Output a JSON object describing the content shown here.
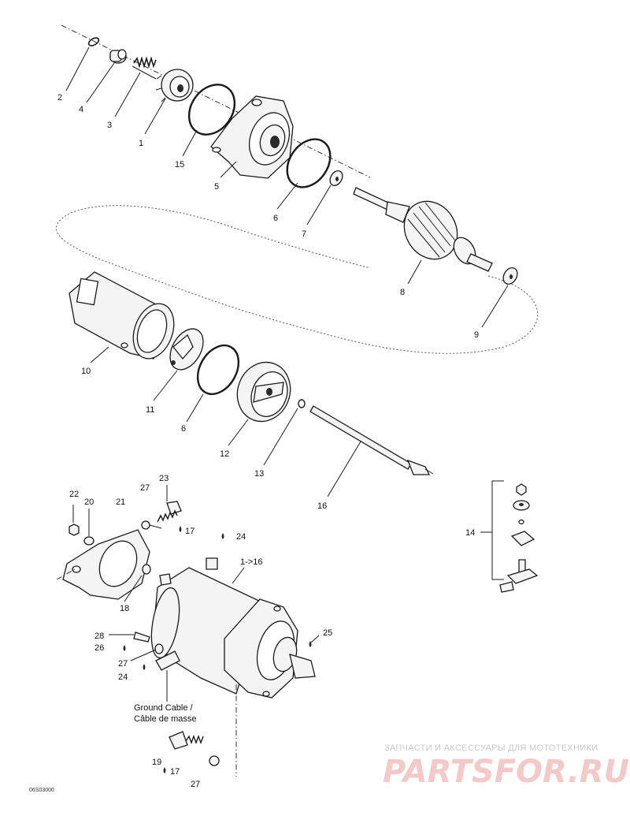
{
  "callouts": {
    "c1": "1",
    "c2": "2",
    "c3": "3",
    "c4": "4",
    "c5": "5",
    "c6a": "6",
    "c7": "7",
    "c8": "8",
    "c9": "9",
    "c10": "10",
    "c11": "11",
    "c6b": "6",
    "c12": "12",
    "c13": "13",
    "c14": "14",
    "c15": "15",
    "c16": "16",
    "c22": "22",
    "c20": "20",
    "c21": "21",
    "c27a": "27",
    "c23": "23",
    "c17a": "17",
    "c24a": "24",
    "c1to16": "1->16",
    "c18": "18",
    "c28": "28",
    "c26": "26",
    "c27b": "27",
    "c24b": "24",
    "c25": "25",
    "c19": "19",
    "c17b": "17",
    "c27c": "27"
  },
  "ground_cable": {
    "line1": "Ground Cable /",
    "line2": "Câble de masse"
  },
  "drawing_code": "06S03000",
  "watermark": {
    "top": "ЗАПЧАСТИ И АКСЕССУАРЫ ДЛЯ МОТОТЕХНИКИ",
    "logo": "PARTSFOR.RU"
  }
}
